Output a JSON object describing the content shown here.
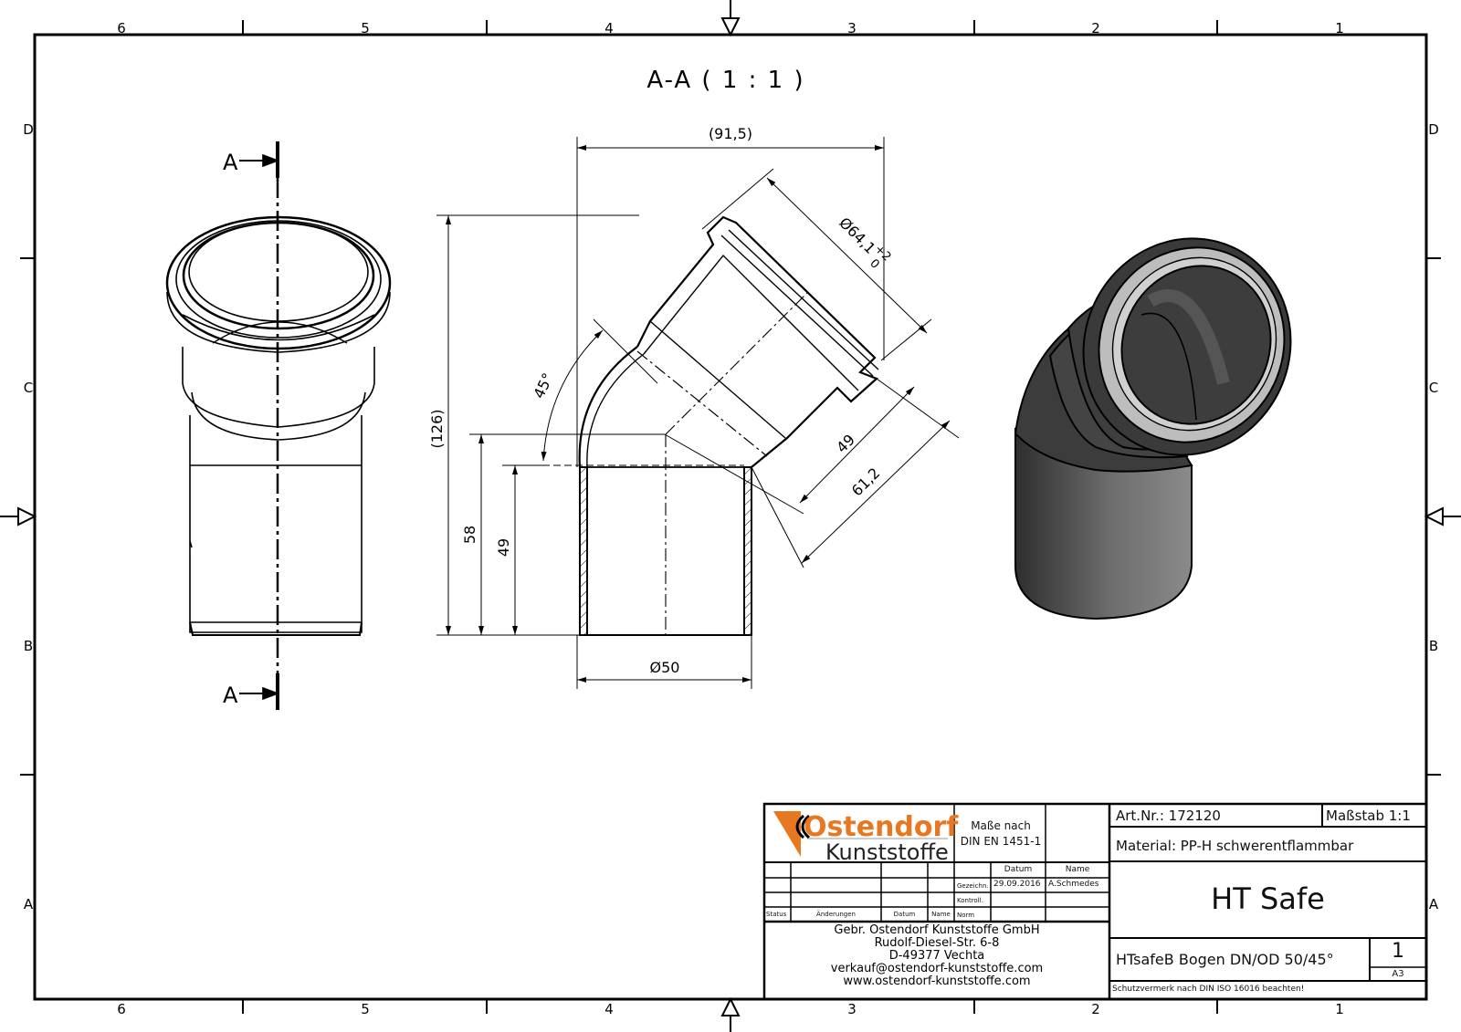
{
  "sheet": {
    "format": "A3",
    "zone_columns_top": [
      "6",
      "5",
      "4",
      "3",
      "2",
      "1"
    ],
    "zone_columns_bottom": [
      "6",
      "5",
      "4",
      "3",
      "2",
      "1"
    ],
    "zone_rows_left": [
      "D",
      "C",
      "B",
      "A"
    ],
    "zone_rows_right": [
      "D",
      "C",
      "B",
      "A"
    ]
  },
  "section_view": {
    "title": "A-A ( 1 : 1 )",
    "cut_label_top": "A",
    "cut_label_bottom": "A"
  },
  "dimensions": {
    "width_overall": "(91,5)",
    "height_overall": "(126)",
    "socket_diameter": "Ø64,1",
    "socket_tol_upper": "+2",
    "socket_tol_lower": "0",
    "angle": "45°",
    "height_58": "58",
    "height_49": "49",
    "diag_49": "49",
    "diag_61_2": "61,2",
    "pipe_diameter": "Ø50"
  },
  "colors": {
    "brand_orange": "#E87722",
    "line": "#000000",
    "render_dark": "#3a3a3a",
    "render_mid": "#6a6a6a",
    "render_light": "#bdbdbd"
  },
  "title_block": {
    "company_logo_top": "Ostendorf",
    "company_logo_bottom": "Kunststoffe",
    "standard_line1": "Maße nach",
    "standard_line2": "DIN EN 1451-1",
    "col_datum": "Datum",
    "col_name": "Name",
    "row_gezeichn": "Gezeichn.",
    "row_kontroll": "Kontroll.",
    "row_norm": "Norm",
    "drawn_date": "29.09.2016",
    "drawn_by": "A.Schmedes",
    "rev_status": "Status",
    "rev_changes": "Änderungen",
    "rev_date": "Datum",
    "rev_name": "Name",
    "address": [
      "Gebr. Ostendorf Kunststoffe GmbH",
      "Rudolf-Diesel-Str. 6-8",
      "D-49377 Vechta",
      "verkauf@ostendorf-kunststoffe.com",
      "www.ostendorf-kunststoffe.com"
    ],
    "art_nr": "Art.Nr.: 172120",
    "scale": "Maßstab 1:1",
    "material": "Material: PP-H schwerentflammbar",
    "product_family": "HT Safe",
    "description": "HTsafeB Bogen DN/OD 50/45°",
    "sheet_no": "1",
    "sheet_format": "A3",
    "copyright": "Schutzvermerk nach DIN ISO 16016 beachten!"
  }
}
